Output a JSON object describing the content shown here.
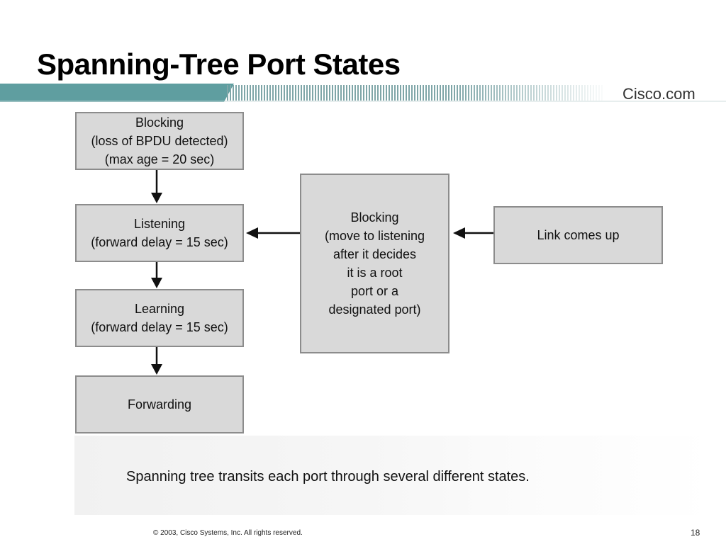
{
  "slide": {
    "title": "Spanning-Tree Port States",
    "brand": "Cisco.com",
    "caption": "Spanning tree transits each port through several different states.",
    "copyright": "© 2003, Cisco Systems, Inc. All rights reserved.",
    "page_number": "18"
  },
  "diagram": {
    "nodes": [
      {
        "id": "blocking-1",
        "text": "Blocking\n(loss of BPDU detected)\n(max age = 20 sec)"
      },
      {
        "id": "listening",
        "text": "Listening\n(forward delay = 15 sec)"
      },
      {
        "id": "learning",
        "text": "Learning\n(forward delay = 15 sec)"
      },
      {
        "id": "forwarding",
        "text": "Forwarding"
      },
      {
        "id": "blocking-2",
        "text": "Blocking\n(move to listening\nafter it decides\nit is a root\nport or a\ndesignated port)"
      },
      {
        "id": "link-up",
        "text": "Link comes up"
      }
    ],
    "edges": [
      {
        "from": "blocking-1",
        "to": "listening"
      },
      {
        "from": "listening",
        "to": "learning"
      },
      {
        "from": "learning",
        "to": "forwarding"
      },
      {
        "from": "blocking-2",
        "to": "listening"
      },
      {
        "from": "link-up",
        "to": "blocking-2"
      }
    ]
  },
  "colors": {
    "banner_teal": "#5f9ea0",
    "box_fill": "#d9d9d9",
    "box_border": "#8c8c8c"
  }
}
